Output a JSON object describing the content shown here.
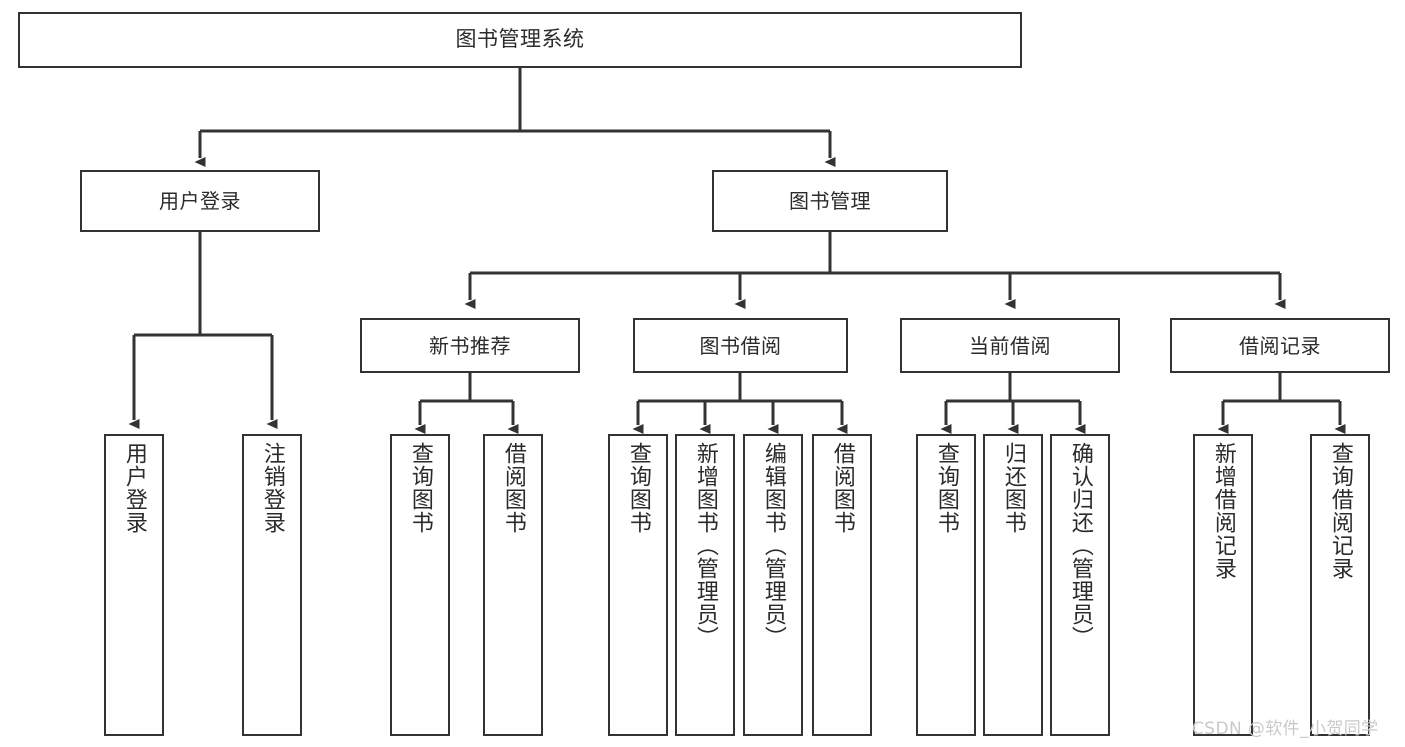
{
  "diagram": {
    "type": "hierarchy-tree",
    "title": "图书管理系统",
    "watermark": "CSDN @软件_小贺同学",
    "colors": {
      "stroke": "#333333",
      "box_fill": "#ffffff",
      "text": "#2b2b2b",
      "background": "#ffffff",
      "watermark": "#c9c9c9"
    },
    "nodes": {
      "root": {
        "label": "图书管理系统"
      },
      "level1": [
        {
          "label": "用户登录"
        },
        {
          "label": "图书管理"
        }
      ],
      "level2": [
        {
          "label": "新书推荐"
        },
        {
          "label": "图书借阅"
        },
        {
          "label": "当前借阅"
        },
        {
          "label": "借阅记录"
        }
      ],
      "leaves": {
        "user_login": [
          {
            "label": "用户登录"
          },
          {
            "label": "注销登录"
          }
        ],
        "new_book_recommend": [
          {
            "label": "查询图书"
          },
          {
            "label": "借阅图书"
          }
        ],
        "book_borrow": [
          {
            "label": "查询图书"
          },
          {
            "label": "新增图书（管理员）"
          },
          {
            "label": "编辑图书（管理员）"
          },
          {
            "label": "借阅图书"
          }
        ],
        "current_borrow": [
          {
            "label": "查询图书"
          },
          {
            "label": "归还图书"
          },
          {
            "label": "确认归还（管理员）"
          }
        ],
        "borrow_record": [
          {
            "label": "新增借阅记录"
          },
          {
            "label": "查询借阅记录"
          }
        ]
      }
    }
  }
}
